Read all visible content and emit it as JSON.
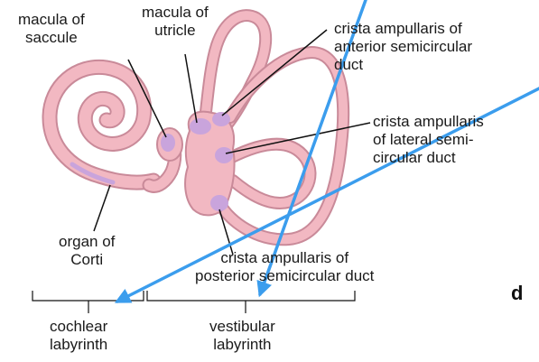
{
  "labels": {
    "macula_saccule": [
      "macula of",
      "saccule"
    ],
    "macula_utricle": [
      "macula of",
      "utricle"
    ],
    "crista_anterior": [
      "crista ampullaris of",
      "anterior semicircular",
      "duct"
    ],
    "crista_lateral": [
      "crista ampullaris",
      "of lateral semi-",
      "circular duct"
    ],
    "organ_corti": [
      "organ of",
      "Corti"
    ],
    "crista_posterior": [
      "crista ampullaris of",
      "posterior semicircular duct"
    ],
    "cochlear": [
      "cochlear",
      "labyrinth"
    ],
    "vestibular": [
      "vestibular",
      "labyrinth"
    ],
    "panel_letter": "d"
  },
  "colors": {
    "membrane": "#f2b8c2",
    "membrane_outline": "#c98a99",
    "sensory": "#c9a4dc",
    "arrow": "#3b9ded",
    "leader": "#111111"
  }
}
